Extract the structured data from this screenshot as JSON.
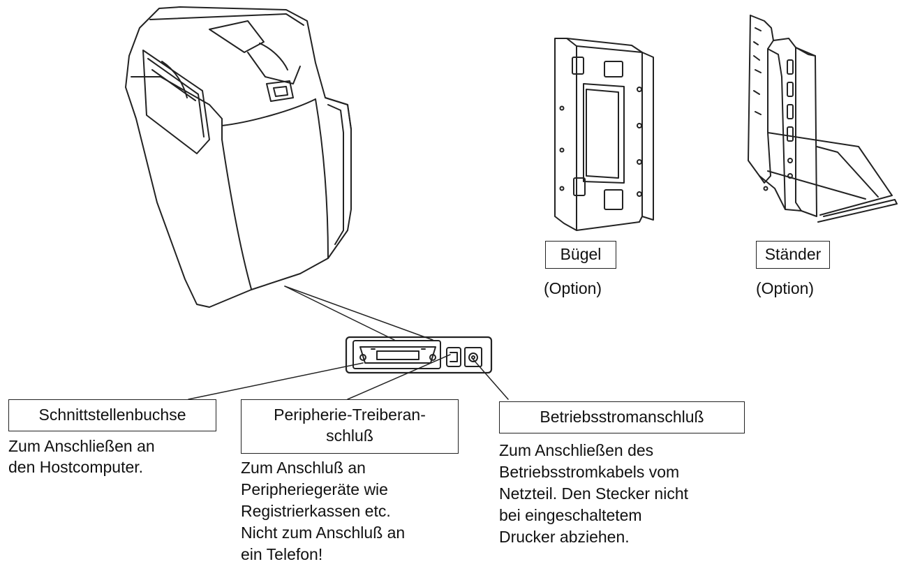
{
  "accessories": {
    "bracket": {
      "label": "Bügel",
      "note": "(Option)"
    },
    "stand": {
      "label": "Ständer",
      "note": "(Option)"
    }
  },
  "connectors": {
    "interface": {
      "label": "Schnittstellenbuchse",
      "description": "Zum Anschließen an\nden Hostcomputer."
    },
    "peripheral": {
      "label": "Peripherie-Treiberan-\nschluß",
      "description": "Zum Anschluß an\nPeripheriegeräte wie\nRegistrierkassen etc.\nNicht zum Anschluß an\nein Telefon!"
    },
    "power": {
      "label": "Betriebsstromanschluß",
      "description": "Zum Anschließen des\nBetriebsstromkabels vom\nNetzteil. Den Stecker nicht\nbei eingeschaltetem\nDrucker abziehen."
    }
  }
}
